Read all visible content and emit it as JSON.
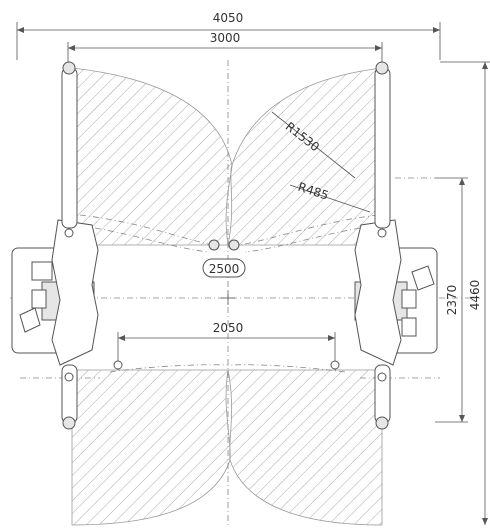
{
  "dimensions": {
    "overall_width": "4050",
    "column_width": "3000",
    "arm_radius": "R1530",
    "pad_radius": "R485",
    "capacity": "2500",
    "inner_width": "2050",
    "drive_through": "2370",
    "overall_length": "4460"
  },
  "colors": {
    "line": "#555555",
    "hatch": "#aaaaaa",
    "background": "#ffffff"
  }
}
